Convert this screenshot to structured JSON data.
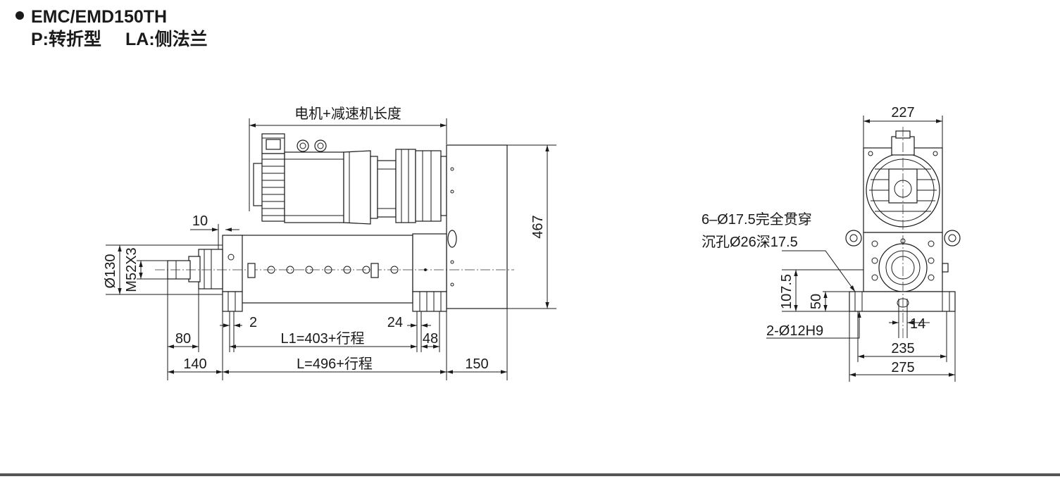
{
  "header": {
    "model": "EMC/EMD150TH",
    "variant_p": "P:转折型",
    "variant_la": "LA:侧法兰"
  },
  "side_view": {
    "motor_reducer_length": "电机+减速机长度",
    "dim_10": "10",
    "dim_dia130": "Ø130",
    "dim_thread": "M52X3",
    "dim_2": "2",
    "dim_24": "24",
    "dim_80": "80",
    "dim_L1": "L1=403+行程",
    "dim_48": "48",
    "dim_140": "140",
    "dim_L": "L=496+行程",
    "dim_150": "150",
    "dim_467": "467"
  },
  "end_view": {
    "dim_227": "227",
    "holes_line1": "6–Ø17.5完全贯穿",
    "holes_line2": "沉孔Ø26深17.5",
    "dim_107_5": "107.5",
    "dim_50": "50",
    "dim_pins": "2-Ø12H9",
    "dim_14": "14",
    "dim_235": "235",
    "dim_275": "275"
  }
}
